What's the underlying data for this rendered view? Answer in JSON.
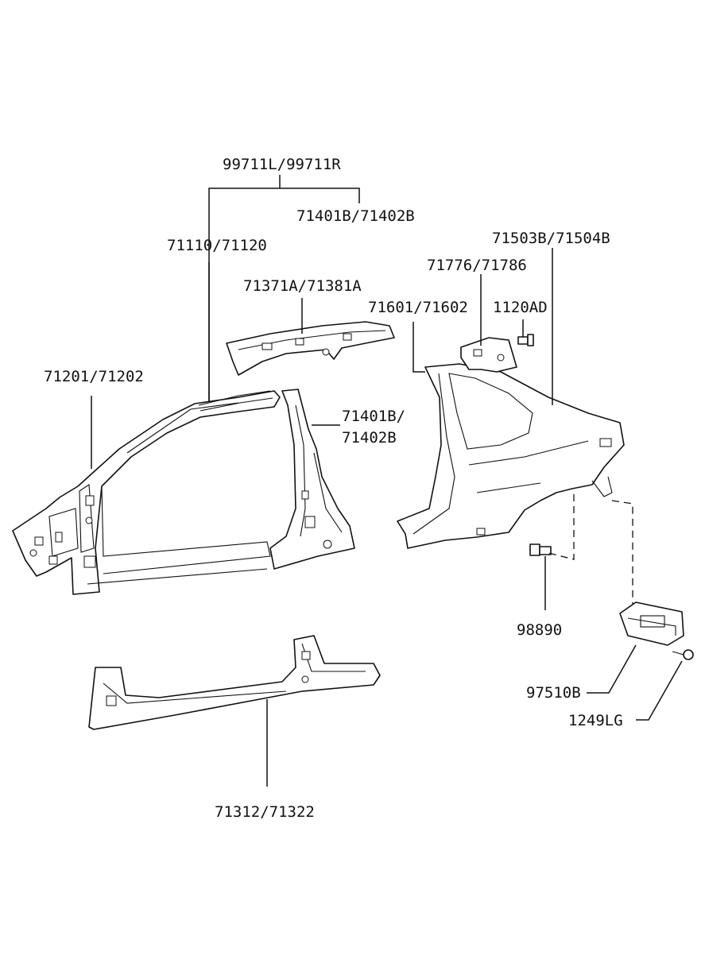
{
  "labels": {
    "l99711": "99711L/99711R",
    "l71401b_top": "71401B/71402B",
    "l71110": "71110/71120",
    "l71371a": "71371A/71381A",
    "l71201": "71201/71202",
    "l71401b_mid_a": "71401B/",
    "l71401b_mid_b": "71402B",
    "l71503b": "71503B/71504B",
    "l71776": "71776/71786",
    "l71601": "71601/71602",
    "l1120ad": "1120AD",
    "l98890": "98890",
    "l97510b": "97510B",
    "l1249lg": "1249LG",
    "l71312": "71312/71322"
  }
}
